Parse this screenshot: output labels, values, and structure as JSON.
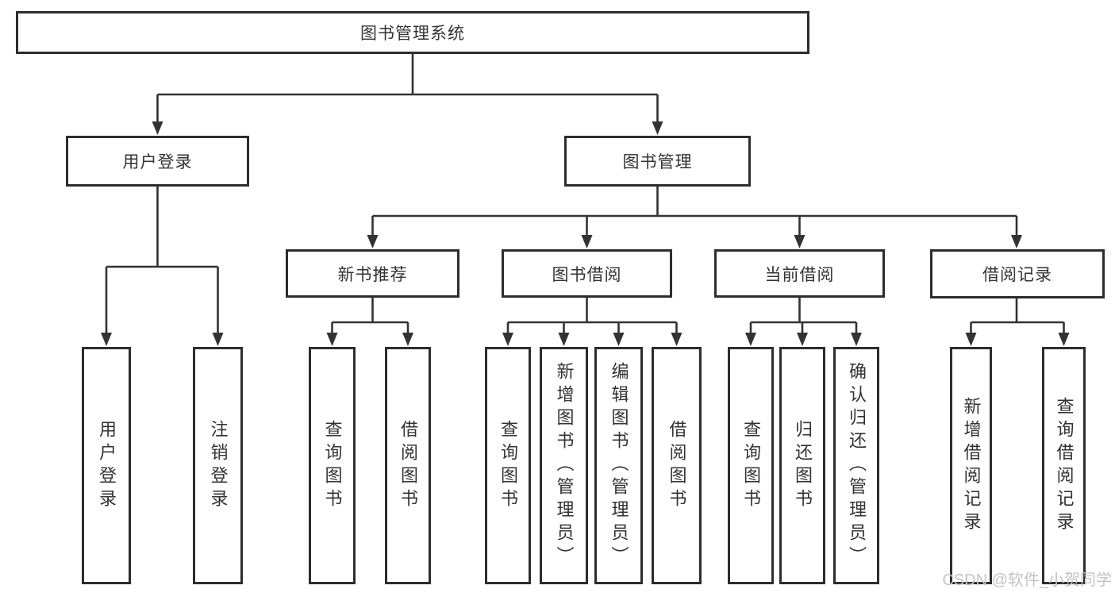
{
  "diagram": {
    "root": {
      "label": "图书管理系统"
    },
    "branches": [
      {
        "label": "用户登录",
        "children": [
          {
            "label": "用户登录"
          },
          {
            "label": "注销登录"
          }
        ]
      },
      {
        "label": "图书管理",
        "children": [
          {
            "label": "新书推荐",
            "children": [
              {
                "label": "查询图书"
              },
              {
                "label": "借阅图书"
              }
            ]
          },
          {
            "label": "图书借阅",
            "children": [
              {
                "label": "查询图书"
              },
              {
                "label": "新增图书（管理员）"
              },
              {
                "label": "编辑图书（管理员）"
              },
              {
                "label": "借阅图书"
              }
            ]
          },
          {
            "label": "当前借阅",
            "children": [
              {
                "label": "查询图书"
              },
              {
                "label": "归还图书"
              },
              {
                "label": "确认归还（管理员）"
              }
            ]
          },
          {
            "label": "借阅记录",
            "children": [
              {
                "label": "新增借阅记录"
              },
              {
                "label": "查询借阅记录"
              }
            ]
          }
        ]
      }
    ]
  },
  "watermark": {
    "text": "CSDN @软件_小贺同学"
  },
  "colors": {
    "line": "#333333",
    "box_border": "#2d2d2d",
    "box_fill": "#ffffff",
    "text": "#333333",
    "watermark": "#c4c4c4",
    "background": "#ffffff"
  }
}
